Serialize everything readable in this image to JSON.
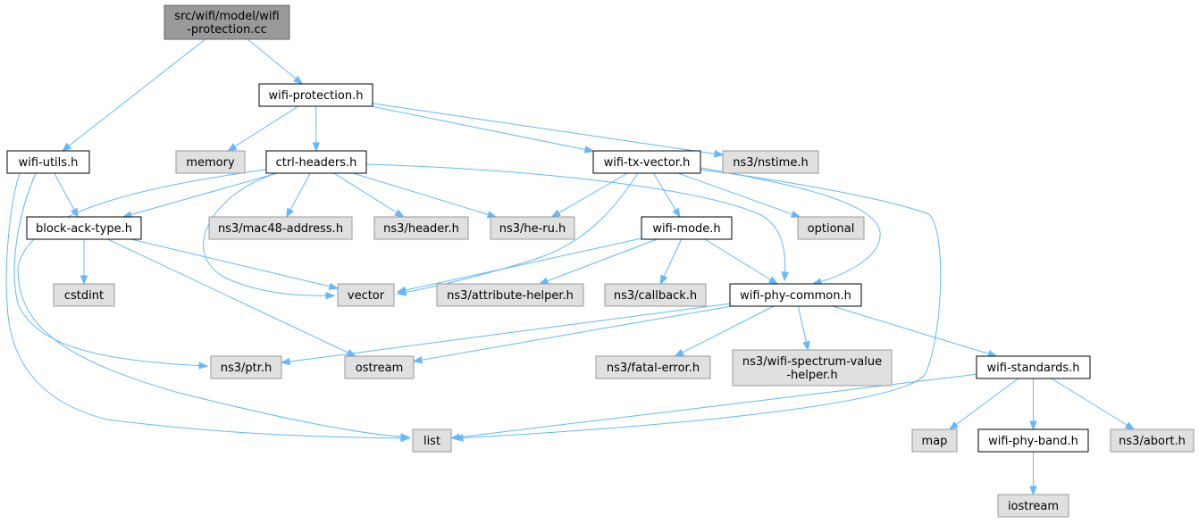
{
  "graph": {
    "edge_color": "#63b8ff",
    "root_fill": "#999999",
    "external_fill": "#e0e0e0",
    "local_fill": "#ffffff",
    "nodes": {
      "root": "src/wifi/model/wifi\n-protection.cc",
      "wifi_protection": "wifi-protection.h",
      "wifi_utils": "wifi-utils.h",
      "memory": "memory",
      "ctrl_headers": "ctrl-headers.h",
      "wifi_tx_vector": "wifi-tx-vector.h",
      "nstime": "ns3/nstime.h",
      "block_ack_type": "block-ack-type.h",
      "mac48": "ns3/mac48-address.h",
      "header": "ns3/header.h",
      "he_ru": "ns3/he-ru.h",
      "wifi_mode": "wifi-mode.h",
      "optional": "optional",
      "cstdint": "cstdint",
      "vector": "vector",
      "attribute_helper": "ns3/attribute-helper.h",
      "callback": "ns3/callback.h",
      "wifi_phy_common": "wifi-phy-common.h",
      "ptr": "ns3/ptr.h",
      "ostream": "ostream",
      "fatal_error": "ns3/fatal-error.h",
      "spectrum": "ns3/wifi-spectrum-value\n-helper.h",
      "wifi_standards": "wifi-standards.h",
      "list": "list",
      "map": "map",
      "wifi_phy_band": "wifi-phy-band.h",
      "abort": "ns3/abort.h",
      "iostream": "iostream"
    }
  }
}
